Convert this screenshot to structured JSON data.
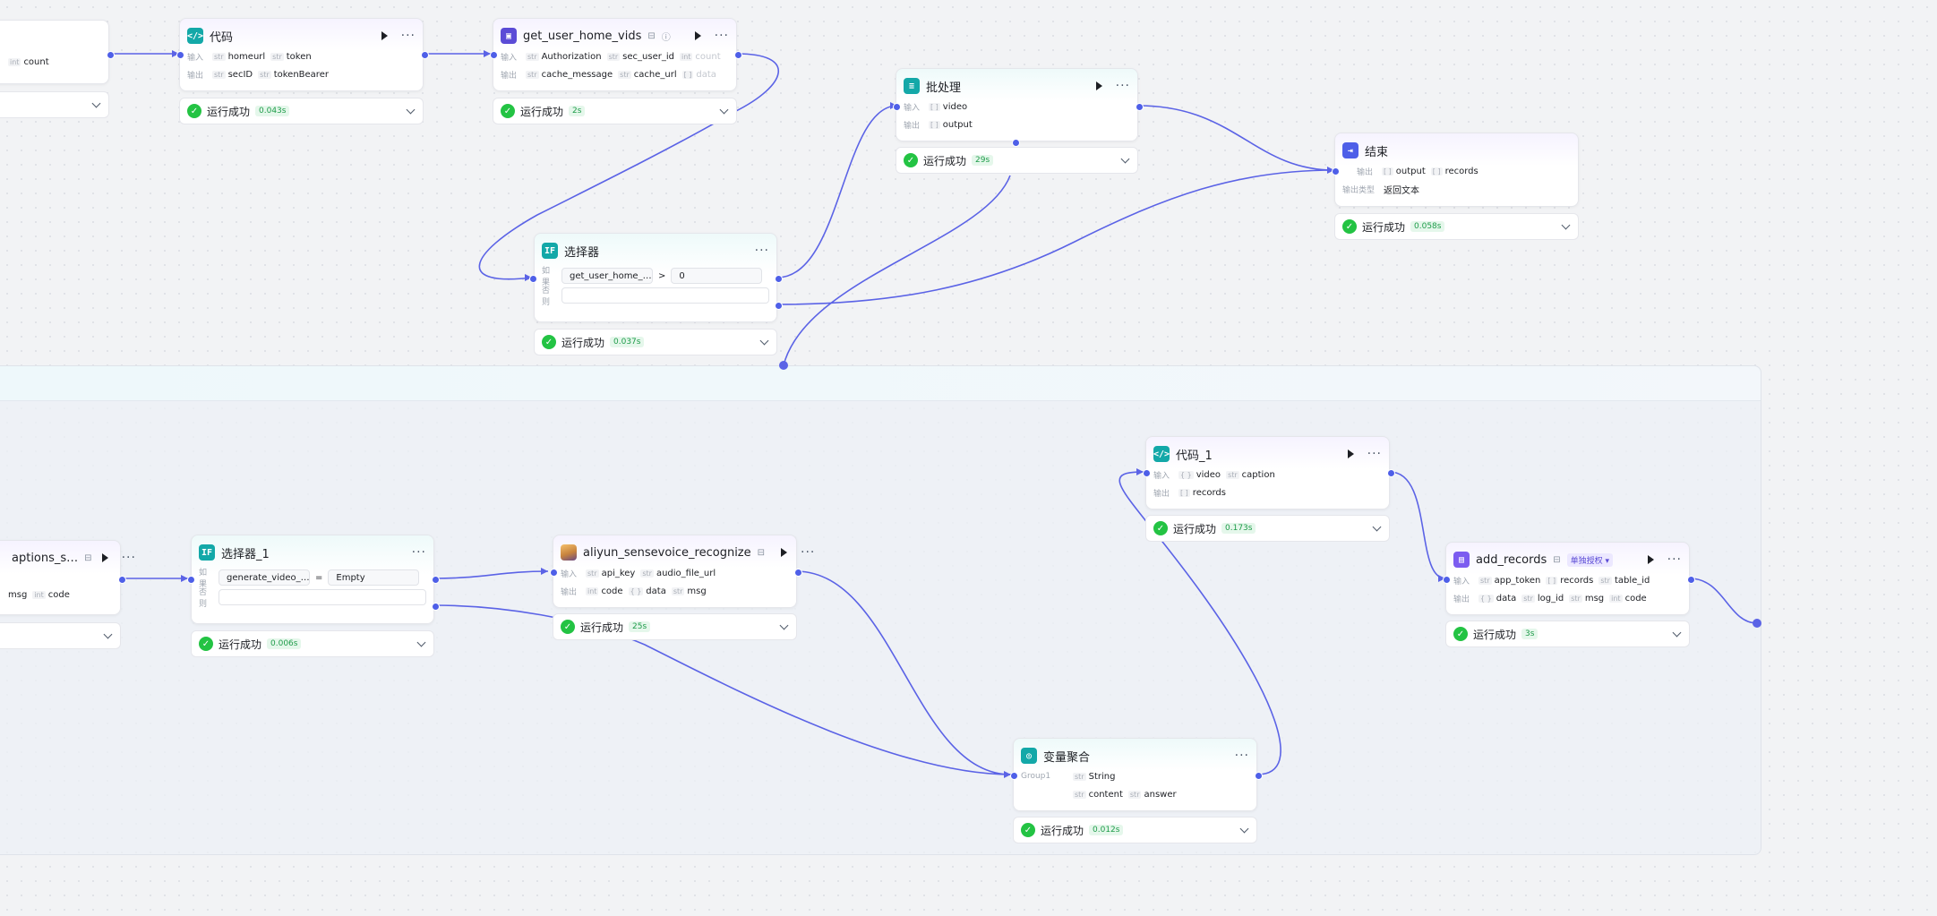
{
  "status_text": "运行成功",
  "labels": {
    "input": "输入",
    "output": "输出",
    "output_type": "输出类型",
    "if": "如果",
    "else": "否则",
    "group1": "Group1",
    "auth_badge": "单独授权"
  },
  "partial_top": {
    "in": "count",
    "out": ""
  },
  "code": {
    "title": "代码",
    "in1": "homeurl",
    "in2": "token",
    "out1": "secID",
    "out2": "tokenBearer",
    "time": "0.043s"
  },
  "vids": {
    "title": "get_user_home_vids",
    "in1": "Authorization",
    "in2": "sec_user_id",
    "in3": "count",
    "out1": "cache_message",
    "out2": "cache_url",
    "out3": "data",
    "time": "2s"
  },
  "batch": {
    "title": "批处理",
    "in1": "video",
    "out1": "output",
    "time": "29s"
  },
  "end": {
    "title": "结束",
    "out1": "output",
    "out2": "records",
    "out_type_val": "返回文本",
    "time": "0.058s"
  },
  "selector": {
    "title": "选择器",
    "left": "get_user_home_…",
    "op": ">",
    "right": "0",
    "time": "0.037s"
  },
  "partial_left": {
    "title": "aptions_s…",
    "out1": "msg",
    "out2": "code"
  },
  "selector1": {
    "title": "选择器_1",
    "left": "generate_video_…",
    "op": "=",
    "right": "Empty",
    "time": "0.006s"
  },
  "aliyun": {
    "title": "aliyun_sensevoice_recognize",
    "in1": "api_key",
    "in2": "audio_file_url",
    "out1": "code",
    "out2": "data",
    "out3": "msg",
    "time": "25s"
  },
  "code1": {
    "title": "代码_1",
    "in1": "video",
    "in2": "caption",
    "out1": "records",
    "time": "0.173s"
  },
  "add_records": {
    "title": "add_records",
    "in1": "app_token",
    "in2": "records",
    "in3": "table_id",
    "out1": "data",
    "out2": "log_id",
    "out3": "msg",
    "out4": "code",
    "time": "3s"
  },
  "varagg": {
    "title": "变量聚合",
    "g1": "String",
    "g2": "content",
    "g3": "answer",
    "time": "0.012s"
  },
  "types": {
    "str": "str",
    "int": "int",
    "obj": "{ }",
    "arr": "[ ]"
  },
  "colors": {
    "edge": "#5b63e6",
    "success": "#23c343",
    "accent": "#4e5fe8"
  }
}
